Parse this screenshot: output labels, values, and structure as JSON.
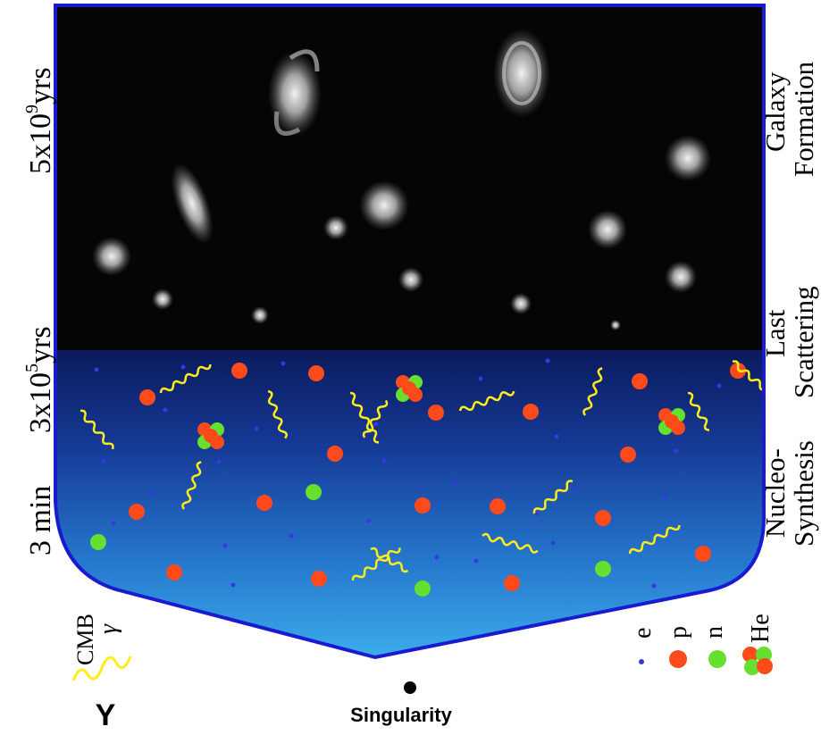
{
  "left_axis": {
    "time_labels": [
      {
        "id": "5e9",
        "mantissa": "5x10",
        "exponent": "9",
        "unit": "yrs"
      },
      {
        "id": "3e5",
        "mantissa": "3x10",
        "exponent": "5",
        "unit": "yrs"
      },
      {
        "id": "3min",
        "mantissa": "3 min",
        "exponent": "",
        "unit": ""
      }
    ]
  },
  "right_axis": {
    "epochs": [
      {
        "line1": "Galaxy",
        "line2": "Formation"
      },
      {
        "line1": "Last",
        "line2": "Scattering"
      },
      {
        "line1": "Nucleo-",
        "line2": "Synthesis"
      }
    ]
  },
  "legend": {
    "cmb": {
      "line1": "CMB",
      "line2": "γ"
    },
    "particles": [
      {
        "symbol": "e",
        "color": "#3838e0"
      },
      {
        "symbol": "p",
        "color": "#ff4a1c"
      },
      {
        "symbol": "n",
        "color": "#66e02e"
      },
      {
        "symbol": "He",
        "color": "#ff4a1c"
      }
    ]
  },
  "bottom": {
    "time_axis_symbol": "Y",
    "singularity_label": "Singularity"
  },
  "colors": {
    "late_universe": "#050505",
    "early_universe_top": "#0a1a5c",
    "early_universe_bottom": "#3fb4f0",
    "outline": "#1a1ad0",
    "photon": "#ffec1a",
    "proton": "#ff4a1c",
    "neutron": "#66e02e",
    "electron": "#3838e0"
  }
}
